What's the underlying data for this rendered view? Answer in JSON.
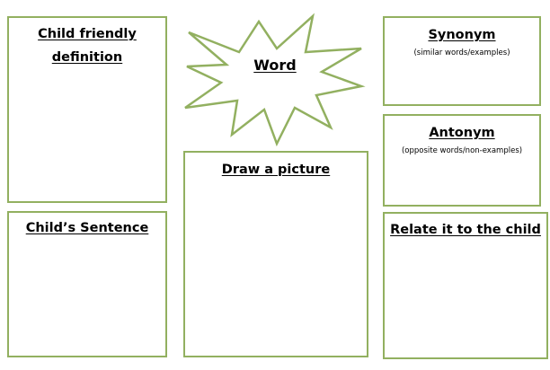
{
  "word": {
    "label": "Word",
    "outline_color": "#92b060"
  },
  "definition": {
    "title_line1": "Child friendly",
    "title_line2": "definition"
  },
  "sentence": {
    "title": "Child’s Sentence"
  },
  "picture": {
    "title": "Draw a picture"
  },
  "synonym": {
    "title": "Synonym",
    "subtitle": "(similar words/examples)"
  },
  "antonym": {
    "title": "Antonym",
    "subtitle": "(opposite words/non-examples)"
  },
  "relate": {
    "title": "Relate it to the child"
  },
  "theme": {
    "border_color": "#92b060"
  }
}
